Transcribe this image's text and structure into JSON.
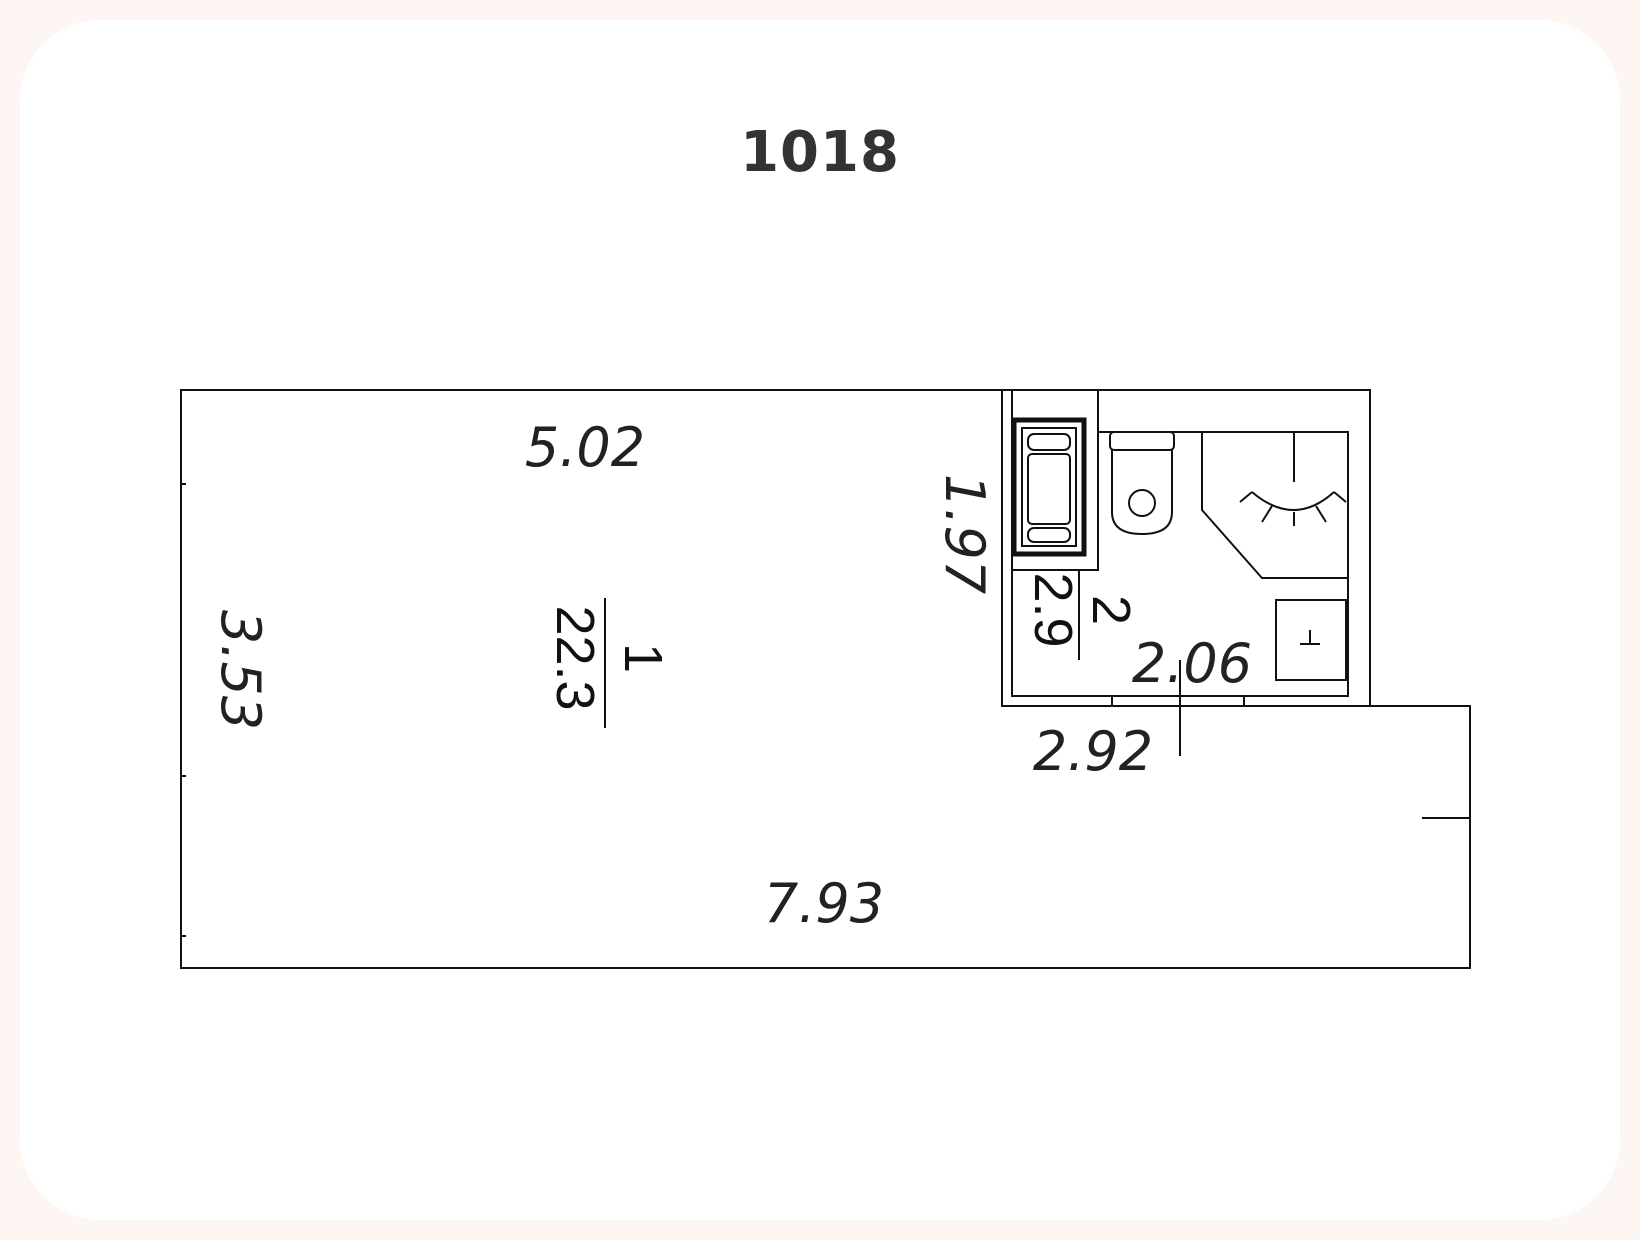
{
  "plan": {
    "title": "1018",
    "rooms": [
      {
        "number": "1",
        "area": "22.3"
      },
      {
        "number": "2",
        "area": "2.9"
      }
    ],
    "dimensions": {
      "top_room_width": "5.02",
      "left_height": "3.53",
      "bathroom_height": "1.97",
      "bathroom_inner_width": "2.06",
      "bathroom_width": "2.92",
      "total_width": "7.93"
    },
    "fixtures": [
      "bathtub",
      "toilet",
      "sink",
      "washing-machine"
    ]
  }
}
